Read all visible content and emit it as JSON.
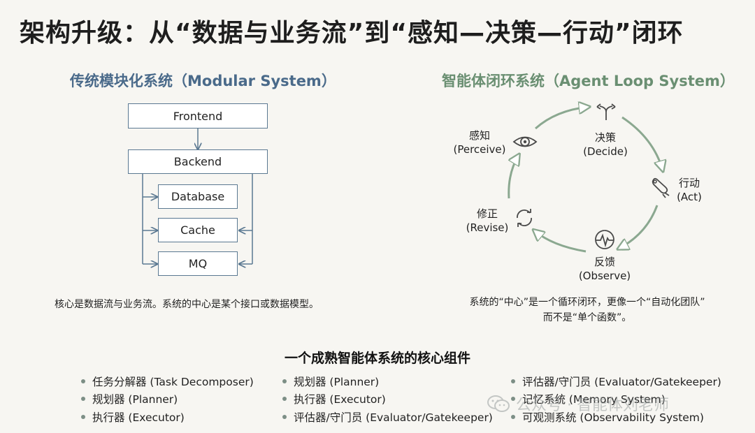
{
  "title": "架构升级：从“数据与业务流”到“感知—决策—行动”闭环",
  "left_panel": {
    "subtitle": "传统模块化系统（Modular System）",
    "boxes": {
      "frontend": "Frontend",
      "backend": "Backend",
      "database": "Database",
      "cache": "Cache",
      "mq": "MQ"
    },
    "caption": "核心是数据流与业务流。系统的中心是某个接口或数据模型。"
  },
  "right_panel": {
    "subtitle": "智能体闭环系统（Agent Loop System）",
    "stages": {
      "perceive": {
        "zh": "感知",
        "en": "(Perceive)",
        "icon": "eye-icon"
      },
      "decide": {
        "zh": "决策",
        "en": "(Decide)",
        "icon": "fork-arrows-icon"
      },
      "act": {
        "zh": "行动",
        "en": "(Act)",
        "icon": "wrench-hand-icon"
      },
      "observe": {
        "zh": "反馈",
        "en": "(Observe)",
        "icon": "pulse-monitor-icon"
      },
      "revise": {
        "zh": "修正",
        "en": "(Revise)",
        "icon": "refresh-icon"
      }
    },
    "caption_line1": "系统的“中心”是一个循环闭环，更像一个“自动化团队”",
    "caption_line2": "而不是“单个函数”。"
  },
  "components": {
    "title": "一个成熟智能体系统的核心组件",
    "col1": [
      "任务分解器 (Task Decomposer)",
      "规划器 (Planner)",
      "执行器 (Executor)"
    ],
    "col2": [
      "规划器 (Planner)",
      "执行器 (Executor)",
      "评估器/守门员 (Evaluator/Gatekeeper)"
    ],
    "col3": [
      "评估器/守门员 (Evaluator/Gatekeeper)",
      "记忆系统 (Memory System)",
      "可观测系统 (Observability System)"
    ]
  },
  "watermark": {
    "text": "公众号 · 智能体刘老师",
    "icon": "wechat-icon"
  },
  "colors": {
    "left_accent": "#4a6a8a",
    "right_accent": "#6a8f72",
    "loop_arrow": "#8ba890",
    "background": "#f7f6f2"
  }
}
